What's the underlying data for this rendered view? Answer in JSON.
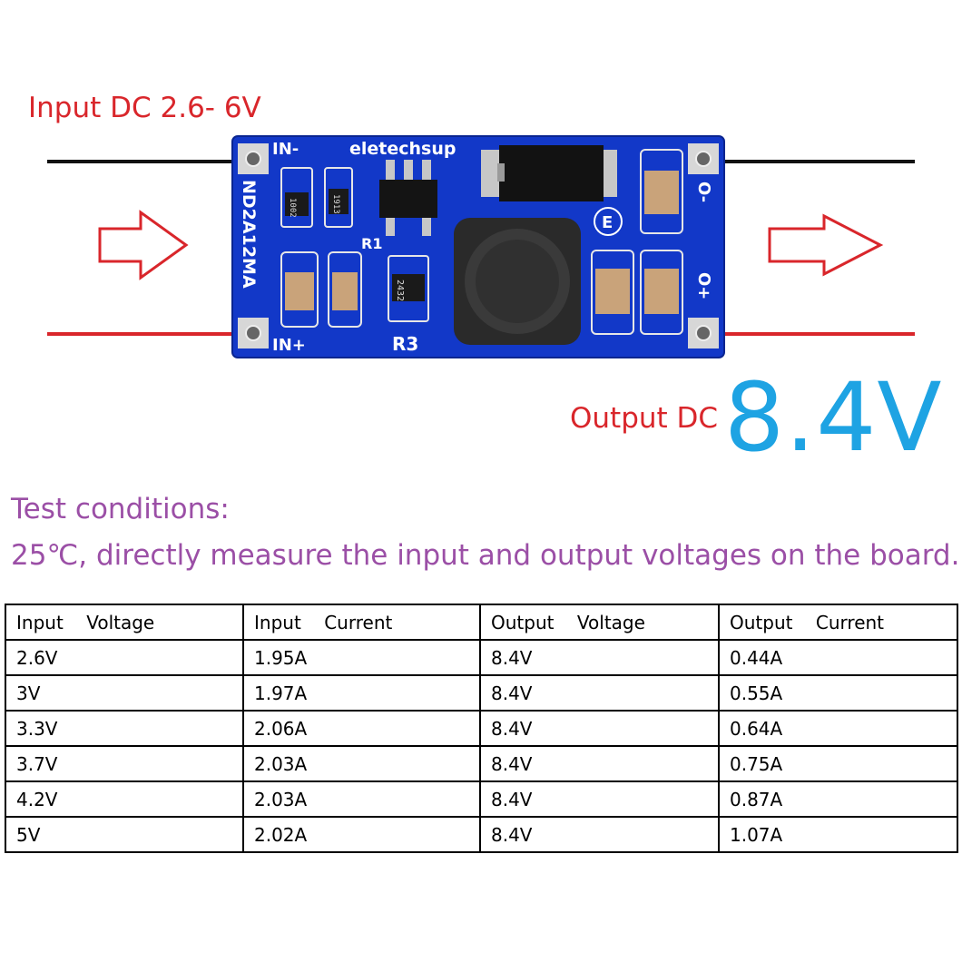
{
  "board": {
    "brand": "eletechsup",
    "model": "ND2A12MA",
    "pin_in_minus": "IN-",
    "pin_in_plus": "IN+",
    "pin_out_minus": "O-",
    "pin_out_plus": "O+",
    "ref_r1": "R1",
    "ref_r3": "R3",
    "chip_1002": "1002",
    "chip_1913": "1913",
    "chip_2432": "2432",
    "mark_e": "E"
  },
  "labels": {
    "input": "Input DC 2.6- 6V",
    "output_prefix": "Output DC",
    "output_voltage": "8.4V"
  },
  "test": {
    "title": "Test conditions:",
    "description": "25℃, directly measure the input and output voltages on the board."
  },
  "table": {
    "headers": [
      "Input    Voltage",
      "Input    Current",
      "Output    Voltage",
      "Output    Current"
    ],
    "rows": [
      [
        "2.6V",
        "1.95A",
        "8.4V",
        "0.44A"
      ],
      [
        "3V",
        "1.97A",
        "8.4V",
        "0.55A"
      ],
      [
        "3.3V",
        "2.06A",
        "8.4V",
        "0.64A"
      ],
      [
        "3.7V",
        "2.03A",
        "8.4V",
        "0.75A"
      ],
      [
        "4.2V",
        "2.03A",
        "8.4V",
        "0.87A"
      ],
      [
        "5V",
        "2.02A",
        "8.4V",
        "1.07A"
      ]
    ]
  },
  "colors": {
    "pcb": "#1238c8",
    "wire_negative": "#111111",
    "wire_positive": "#d9262b",
    "accent_blue": "#1ea3e3",
    "text_purple": "#9b4fa6"
  }
}
